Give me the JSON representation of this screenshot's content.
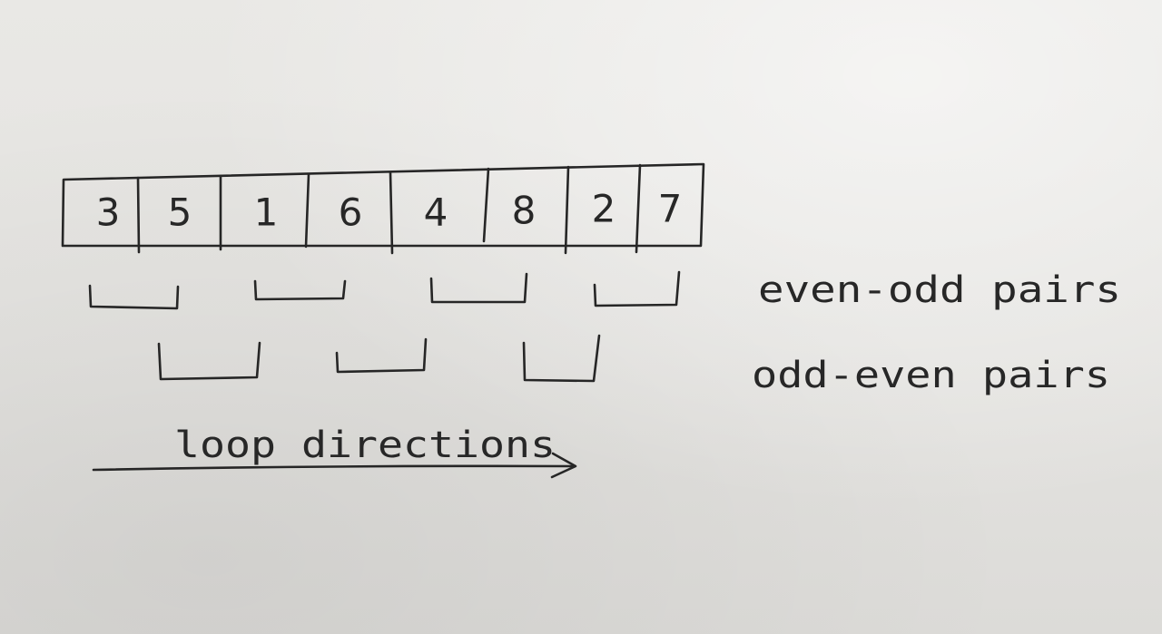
{
  "array": {
    "cells": [
      "3",
      "5",
      "1",
      "6",
      "4",
      "8",
      "2",
      "7"
    ]
  },
  "legend": {
    "even_odd": "even-odd pairs",
    "odd_even": "odd-even pairs"
  },
  "loop": {
    "label": "loop directions"
  },
  "colors": {
    "ink": "#262626",
    "paper": "#e6e5e2"
  },
  "icons": {
    "arrow": "arrow-right-icon",
    "bracket": "bracket-icon"
  }
}
